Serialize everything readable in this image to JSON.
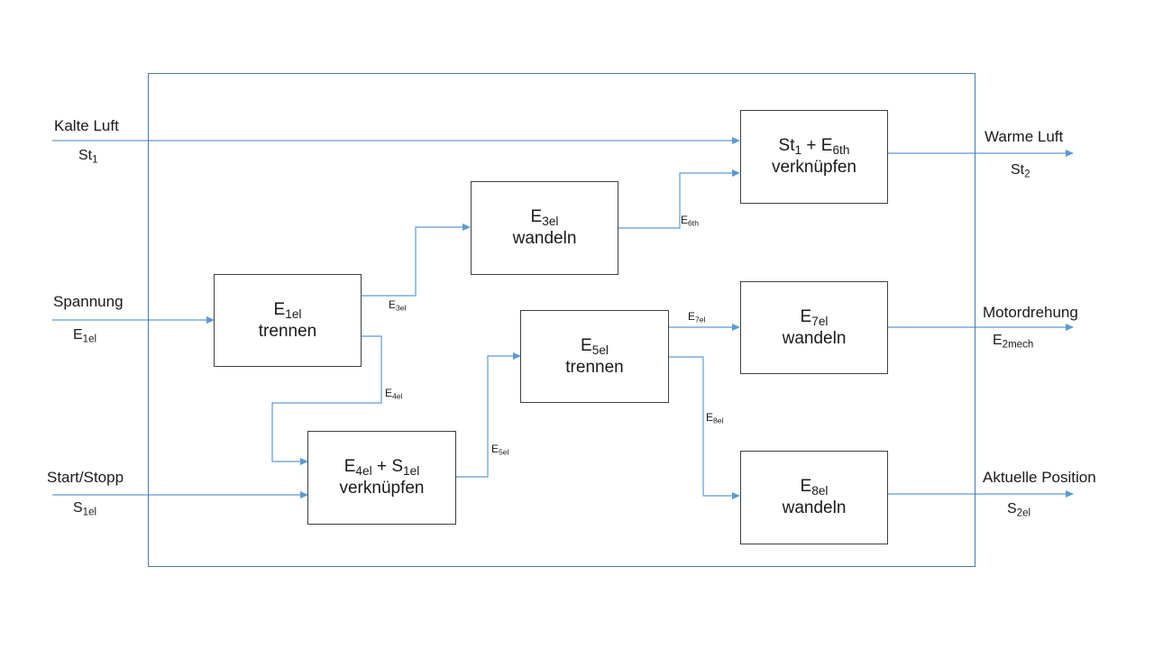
{
  "inputs": {
    "kalte_luft": {
      "label": "Kalte Luft",
      "sym": "St",
      "sub": "1"
    },
    "spannung": {
      "label": "Spannung",
      "sym": "E",
      "sub": "1el"
    },
    "start_stopp": {
      "label": "Start/Stopp",
      "sym": "S",
      "sub": "1el"
    }
  },
  "outputs": {
    "warme_luft": {
      "label": "Warme Luft",
      "sym": "St",
      "sub": "2"
    },
    "motordrehung": {
      "label": "Motordrehung",
      "sym": "E",
      "sub": "2mech"
    },
    "aktuelle_position": {
      "label": "Aktuelle Position",
      "sym": "S",
      "sub": "2el"
    }
  },
  "functions": {
    "f1": {
      "sym": "E",
      "sub": "1el",
      "verb": "trennen"
    },
    "f3": {
      "sym": "E",
      "sub": "3el",
      "verb": "wandeln"
    },
    "f4": {
      "sym1": "E",
      "sub1": "4el",
      "op": " + ",
      "sym2": "S",
      "sub2": "1el",
      "verb": "verknüpfen"
    },
    "f5": {
      "sym": "E",
      "sub": "5el",
      "verb": "trennen"
    },
    "f6": {
      "sym1": "St",
      "sub1": "1",
      "op": " + ",
      "sym2": "E",
      "sub2": "6th",
      "verb": "verknüpfen"
    },
    "f7": {
      "sym": "E",
      "sub": "7el",
      "verb": "wandeln"
    },
    "f8": {
      "sym": "E",
      "sub": "8el",
      "verb": "wandeln"
    }
  },
  "flows": {
    "e3el": {
      "sym": "E",
      "sub": "3el"
    },
    "e4el": {
      "sym": "E",
      "sub": "4el"
    },
    "e5el": {
      "sym": "E",
      "sub": "5el"
    },
    "e6th": {
      "sym": "E",
      "sub": "6th"
    },
    "e7el": {
      "sym": "E",
      "sub": "7el"
    },
    "e8el": {
      "sym": "E",
      "sub": "8el"
    }
  },
  "colors": {
    "arrow": "#5b9bd5",
    "box_border": "#3f3f3f",
    "frame": "#4a78a8"
  }
}
